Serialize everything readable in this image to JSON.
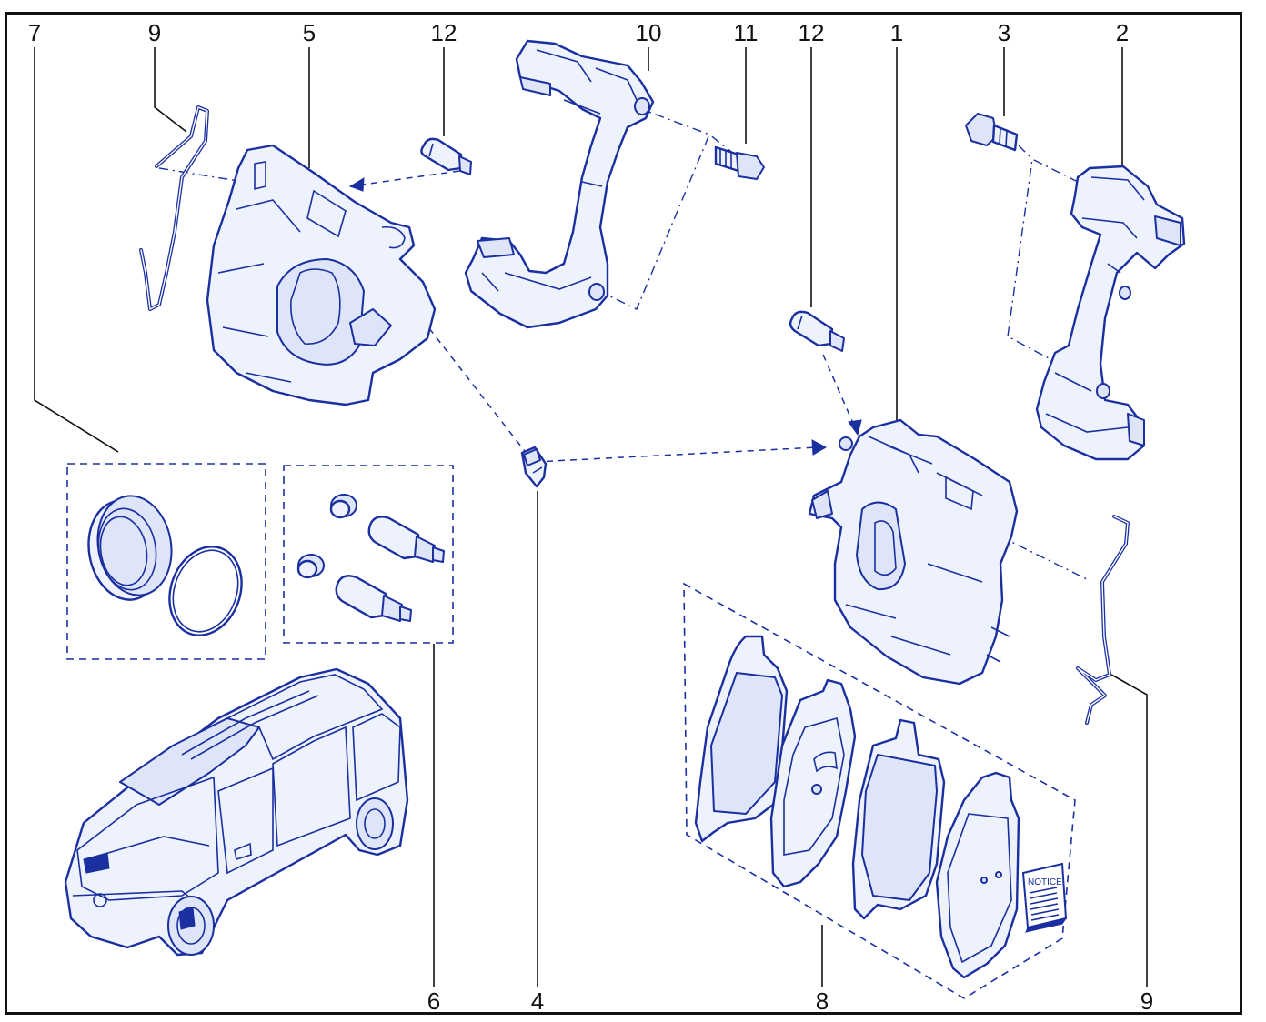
{
  "callouts": {
    "c7": "7",
    "c9a": "9",
    "c5": "5",
    "c12a": "12",
    "c10": "10",
    "c11": "11",
    "c12b": "12",
    "c1": "1",
    "c3": "3",
    "c2": "2",
    "c6": "6",
    "c4": "4",
    "c8": "8",
    "c9b": "9"
  },
  "notice_text": "NOTICE",
  "colors": {
    "line": "#1a2fa0",
    "fill": "#eef2fc",
    "frame": "#111111"
  }
}
